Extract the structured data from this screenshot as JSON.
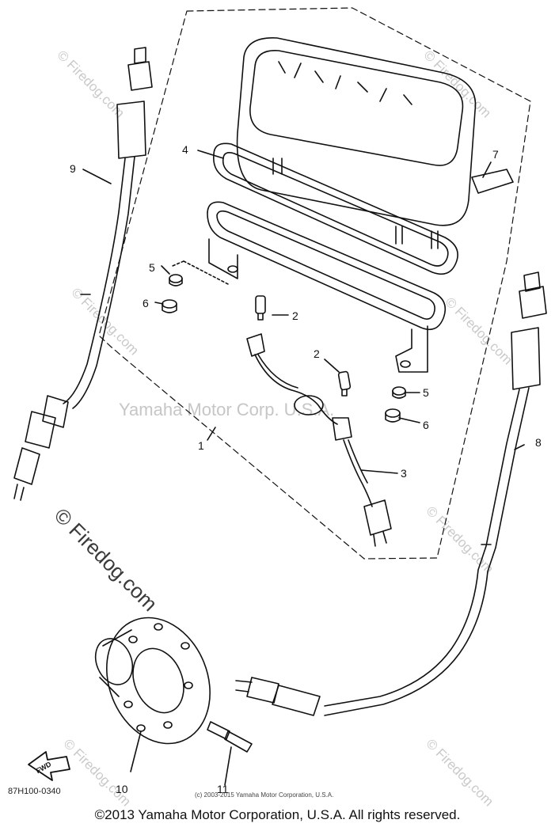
{
  "callouts": {
    "c1": "1",
    "c2a": "2",
    "c2b": "2",
    "c3": "3",
    "c4": "4",
    "c5a": "5",
    "c5b": "5",
    "c6a": "6",
    "c6b": "6",
    "c7": "7",
    "c8": "8",
    "c9": "9",
    "c10": "10",
    "c11": "11"
  },
  "watermarks": {
    "firedog": "© Firedog.com",
    "center": "Yamaha Motor Corp. U.S.A."
  },
  "fwd_label": "FWD",
  "drawing_code": "87H100-0340",
  "small_copyright": "(c) 2003-2015 Yamaha Motor Corporation, U.S.A.",
  "copyright": "©2013 Yamaha Motor Corporation, U.S.A. All rights reserved."
}
